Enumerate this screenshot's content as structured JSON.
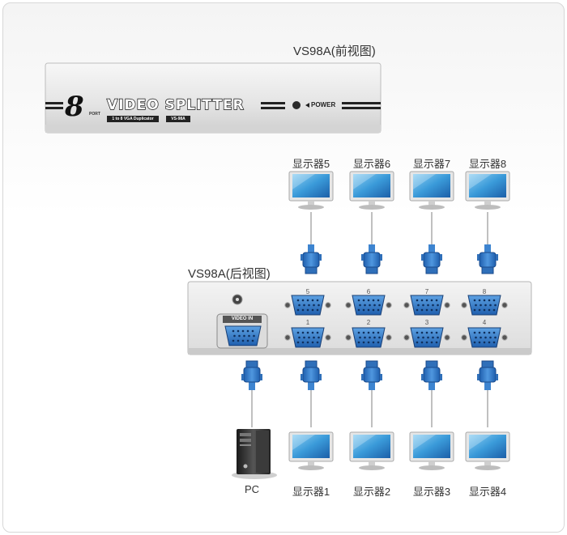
{
  "front": {
    "title": "VS98A(前视图)",
    "port_number": "8",
    "port_word": "PORT",
    "product": "VIDEO SPLITTER",
    "subtitle": "1 to 8 VGA Duplicator",
    "model_badge": "VS-98A",
    "power_label": "POWER"
  },
  "back": {
    "title": "VS98A(后视图)",
    "video_in_label": "VIDEO IN",
    "top_port_numbers": [
      "5",
      "6",
      "7",
      "8"
    ],
    "bottom_port_numbers": [
      "1",
      "2",
      "3",
      "4"
    ]
  },
  "top_monitors": [
    "显示器5",
    "显示器6",
    "显示器7",
    "显示器8"
  ],
  "bottom_devices": [
    "PC",
    "显示器1",
    "显示器2",
    "显示器3",
    "显示器4"
  ],
  "colors": {
    "vga_blue": "#2f78c8",
    "panel_silver": "#e9e9e9",
    "screen_blue": "#3a9ad9"
  }
}
